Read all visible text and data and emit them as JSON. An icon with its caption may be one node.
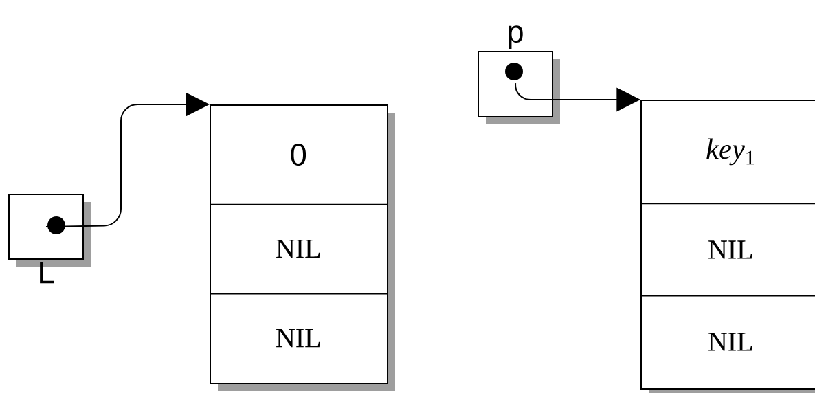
{
  "diagram": {
    "nodes": [
      {
        "text": [],
        "shape": "box",
        "beside": [
          "L"
        ]
      },
      {
        "text": [],
        "shape": "box"
      },
      {
        "text": [
          "0"
        ],
        "in": 1
      },
      {
        "text": [
          "NIL"
        ],
        "in": 1
      },
      {
        "text": [
          "NIL"
        ],
        "in": 1
      },
      {
        "text": [],
        "shape": "box",
        "beside": [
          "p"
        ]
      },
      {
        "text": [],
        "shape": "box"
      },
      {
        "text": [
          "*key*$_{1}$"
        ],
        "in": 6
      },
      {
        "text": [
          "NIL"
        ],
        "in": 6
      },
      {
        "text": [
          "NIL"
        ],
        "in": 6
      }
    ],
    "edges": [
      {
        "from": 0,
        "to": 1,
        "arrow": "to"
      },
      {
        "from": 5,
        "to": 6,
        "arrow": "to"
      }
    ]
  }
}
